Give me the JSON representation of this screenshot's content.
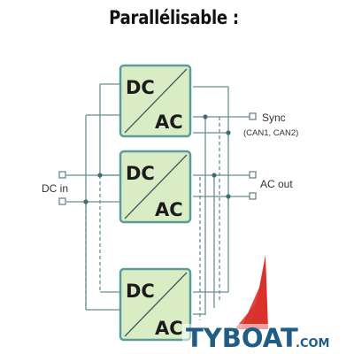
{
  "title": "Parallélisable :",
  "converters": [
    {
      "top": "DC",
      "bottom": "AC"
    },
    {
      "top": "DC",
      "bottom": "AC"
    },
    {
      "top": "DC",
      "bottom": "AC"
    }
  ],
  "labels": {
    "sync": "Sync",
    "sync_sub": "(CAN1, CAN2)",
    "dc_in": "DC in",
    "ac_out": "AC out"
  },
  "logo": {
    "brand": "TYBOAT",
    "suffix": ".COM"
  },
  "colors": {
    "box_fill": "#d9ecc3",
    "box_border": "#5a9c9c",
    "wire": "#6a8f92",
    "logo_blue": "#1f5d86",
    "logo_red": "#d8322b"
  }
}
